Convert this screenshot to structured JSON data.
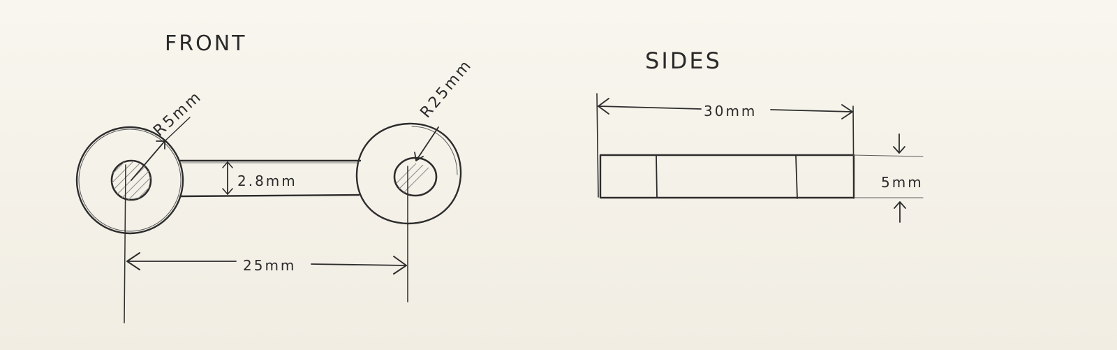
{
  "views": {
    "front": {
      "title": "FRONT",
      "dim_left_radius": "R5mm",
      "dim_right_radius": "R25mm",
      "dim_bar_height": "2.8mm",
      "dim_center_distance": "25mm"
    },
    "side": {
      "title": "SIDES",
      "dim_length": "30mm",
      "dim_thickness": "5mm"
    }
  }
}
